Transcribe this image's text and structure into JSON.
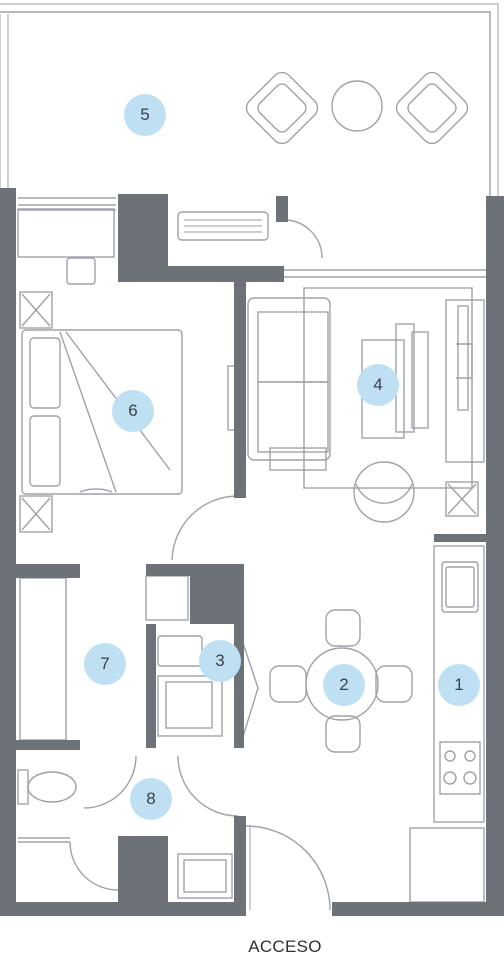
{
  "plan": {
    "access_label": "ACCESO",
    "wall_color": "#6d7279",
    "line_color": "#9ea2a8",
    "marker_color": "#bfe0f3",
    "rooms": [
      {
        "id": "1",
        "label": "1"
      },
      {
        "id": "2",
        "label": "2"
      },
      {
        "id": "3",
        "label": "3"
      },
      {
        "id": "4",
        "label": "4"
      },
      {
        "id": "5",
        "label": "5"
      },
      {
        "id": "6",
        "label": "6"
      },
      {
        "id": "7",
        "label": "7"
      },
      {
        "id": "8",
        "label": "8"
      }
    ]
  }
}
